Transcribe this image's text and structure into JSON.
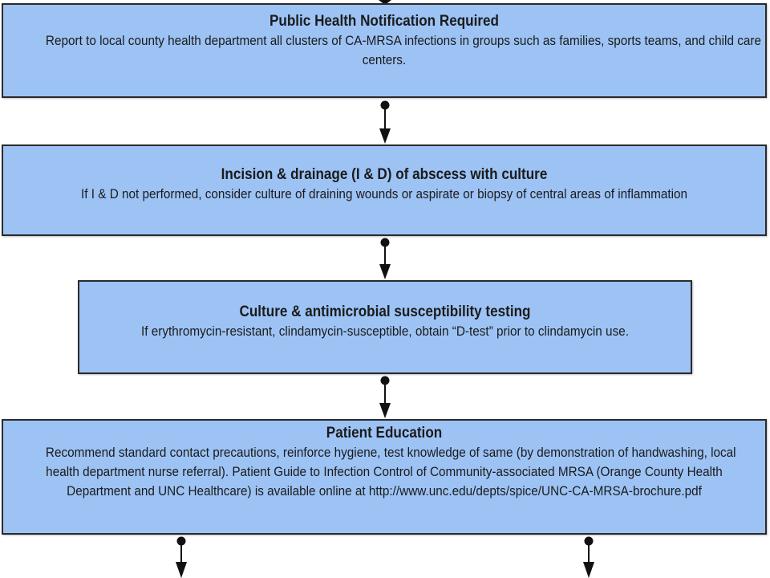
{
  "boxes": [
    {
      "title": "Public Health Notification Required",
      "lines": [
        "Report to local county health department all clusters of CA-MRSA infections in groups such as families, sports teams, and child care",
        "centers."
      ]
    },
    {
      "title": "Incision & drainage (I & D) of abscess with culture",
      "lines": [
        "If I & D not performed, consider culture of draining wounds or aspirate or biopsy of central areas of inflammation"
      ]
    },
    {
      "title": "Culture & antimicrobial susceptibility testing",
      "lines": [
        "If erythromycin-resistant, clindamycin-susceptible, obtain “D-test” prior to clindamycin use."
      ]
    },
    {
      "title": "Patient Education",
      "lines": [
        "Recommend standard contact precautions, reinforce hygiene, test knowledge of same (by demonstration of handwashing, local",
        "health department nurse referral).  Patient Guide to Infection Control of Community-associated MRSA (Orange County Health",
        "Department and UNC Healthcare) is available online at http://www.unc.edu/depts/spice/UNC-CA-MRSA-brochure.pdf"
      ]
    }
  ],
  "colors": {
    "box_fill": "#9dc3f5",
    "box_border": "#2a2a2a",
    "connector": "#111111"
  }
}
